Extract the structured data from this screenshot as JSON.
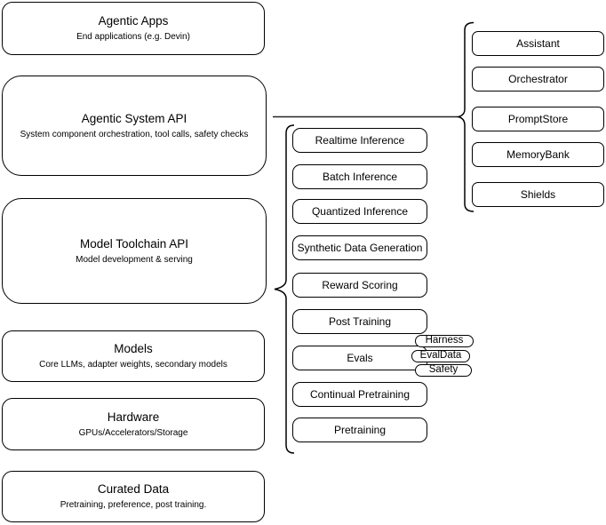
{
  "diagram": {
    "colors": {
      "stroke": "#000000",
      "fill": "#ffffff",
      "text": "#000000",
      "background": "#ffffff"
    },
    "stack": [
      {
        "title": "Agentic Apps",
        "subtitle": "End applications (e.g. Devin)"
      },
      {
        "title": "Agentic System API",
        "subtitle": "System component orchestration, tool calls, safety checks"
      },
      {
        "title": "Model Toolchain API",
        "subtitle": "Model development & serving"
      },
      {
        "title": "Models",
        "subtitle": "Core LLMs, adapter weights, secondary models"
      },
      {
        "title": "Hardware",
        "subtitle": "GPUs/Accelerators/Storage"
      },
      {
        "title": "Curated Data",
        "subtitle": "Pretraining, preference, post training."
      }
    ],
    "toolchain_items": [
      "Realtime Inference",
      "Batch Inference",
      "Quantized Inference",
      "Synthetic Data Generation",
      "Reward Scoring",
      "Post Training",
      "Evals",
      "Continual Pretraining",
      "Pretraining"
    ],
    "evals_tags": [
      "Harness",
      "EvalData",
      "Safety"
    ],
    "system_components": [
      "Assistant",
      "Orchestrator",
      "PromptStore",
      "MemoryBank",
      "Shields"
    ]
  }
}
